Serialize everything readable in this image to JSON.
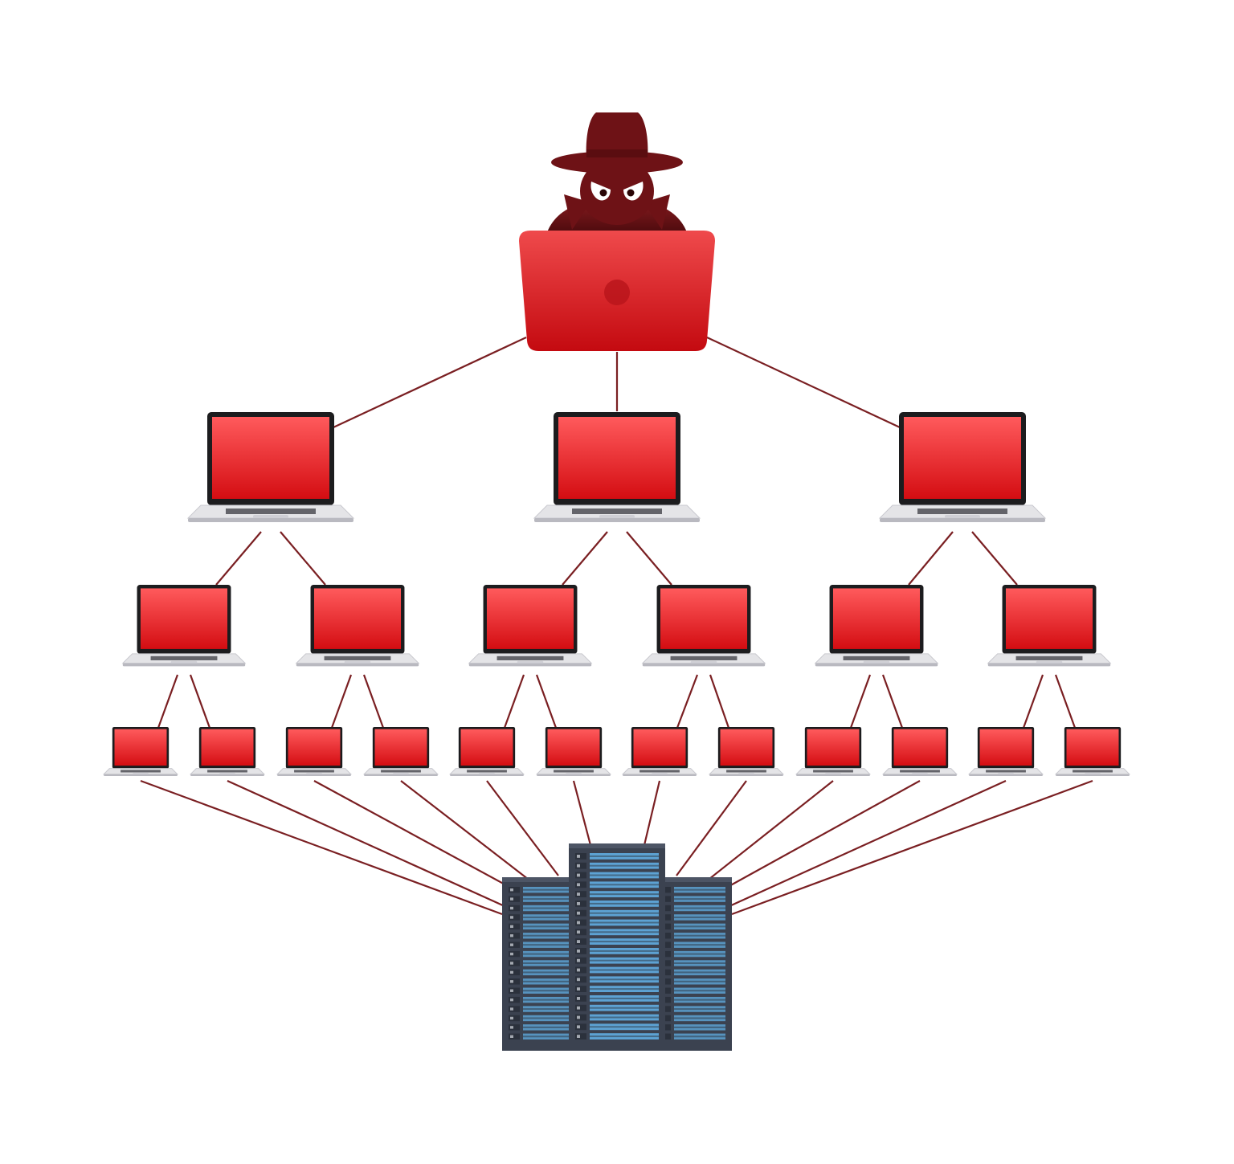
{
  "diagram": {
    "kind": "botnet-hierarchy",
    "attacker": {
      "icon": "hacker-with-laptop-icon"
    },
    "tiers": [
      {
        "level": 1,
        "node_count": 3,
        "icon": "laptop-icon",
        "parent_of_each": "attacker"
      },
      {
        "level": 2,
        "node_count": 6,
        "icon": "laptop-icon",
        "children_per_parent": 2
      },
      {
        "level": 3,
        "node_count": 12,
        "icon": "laptop-icon",
        "children_per_parent": 2
      }
    ],
    "target": {
      "icon": "server-rack-icon",
      "connected_from": "level-3"
    }
  },
  "colors": {
    "link": "#7a1f22",
    "screen_top": "#ff5a5c",
    "screen_bottom": "#d40d12",
    "attacker_laptop_top": "#ef4a4c",
    "attacker_laptop_bottom": "#c40a10",
    "hacker": "#6e1216",
    "laptop_frame": "#1c1c1e",
    "laptop_base": "#e4e4e7",
    "server_body": "#3b4250",
    "server_slot": "#5fa8da"
  }
}
